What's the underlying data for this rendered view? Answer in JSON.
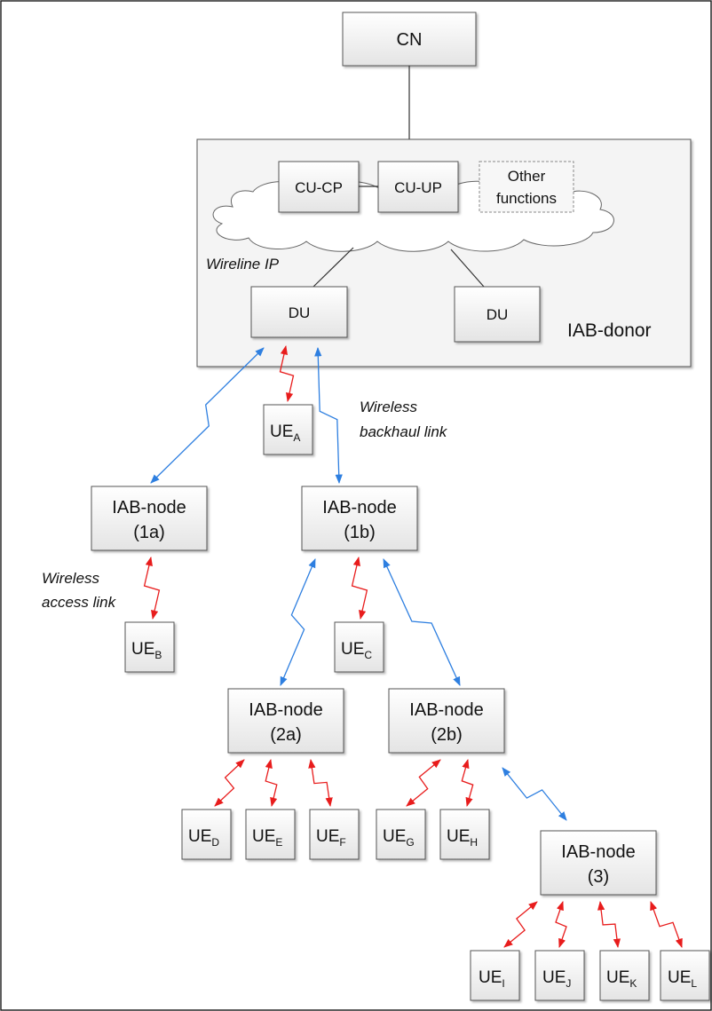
{
  "core_network": {
    "label": "CN"
  },
  "iab_donor": {
    "label": "IAB-donor",
    "cu_cp": "CU-CP",
    "cu_up": "CU-UP",
    "other_functions_line1": "Other",
    "other_functions_line2": "functions",
    "wireline_ip": "Wireline IP",
    "du_left": "DU",
    "du_right": "DU"
  },
  "link_labels": {
    "backhaul_line1": "Wireless",
    "backhaul_line2": "backhaul link",
    "access_line1": "Wireless",
    "access_line2": "access link"
  },
  "nodes": {
    "n1a": {
      "name": "IAB-node",
      "id": "(1a)"
    },
    "n1b": {
      "name": "IAB-node",
      "id": "(1b)"
    },
    "n2a": {
      "name": "IAB-node",
      "id": "(2a)"
    },
    "n2b": {
      "name": "IAB-node",
      "id": "(2b)"
    },
    "n3": {
      "name": "IAB-node",
      "id": "(3)"
    }
  },
  "ues": {
    "A": {
      "prefix": "UE",
      "sub": "A"
    },
    "B": {
      "prefix": "UE",
      "sub": "B"
    },
    "C": {
      "prefix": "UE",
      "sub": "C"
    },
    "D": {
      "prefix": "UE",
      "sub": "D"
    },
    "E": {
      "prefix": "UE",
      "sub": "E"
    },
    "F": {
      "prefix": "UE",
      "sub": "F"
    },
    "G": {
      "prefix": "UE",
      "sub": "G"
    },
    "H": {
      "prefix": "UE",
      "sub": "H"
    },
    "I": {
      "prefix": "UE",
      "sub": "I"
    },
    "J": {
      "prefix": "UE",
      "sub": "J"
    },
    "K": {
      "prefix": "UE",
      "sub": "K"
    },
    "L": {
      "prefix": "UE",
      "sub": "L"
    }
  },
  "colors": {
    "backhaul_link": "#2e7fe0",
    "access_link": "#e81c1c"
  }
}
